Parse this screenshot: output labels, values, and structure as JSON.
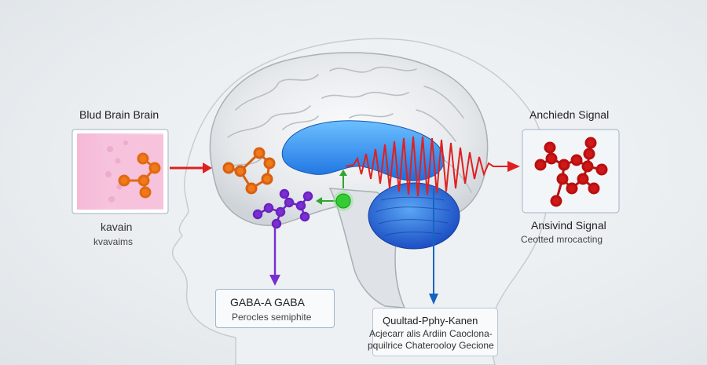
{
  "labels": {
    "left_title": "Blud Brain Brain",
    "left_sub1": "kavain",
    "left_sub2": "kvavaims",
    "right_title": "Anchiedn Signal",
    "right_sub1": "Ansivind Signal",
    "right_sub2": "Ceotted mrocacting",
    "gaba_title": "GABA-A GABA",
    "gaba_sub": "Perocles semiphite",
    "q_title": "Quultad-Pphy-Kanen",
    "q_line1": "Acjecarr alis Ardiin Caoclona-",
    "q_line2": "pquilrice Chaterooloy Gecione"
  },
  "colors": {
    "orange_molecule": "#f07a1a",
    "red_arrow": "#e02020",
    "purple_molecule": "#7a2fd0",
    "green_receptor": "#33cc33",
    "blue_region": "#1e88f0",
    "cerebellum_blue": "#2a6fd8",
    "red_molecule": "#d01818",
    "blue_arrow": "#1565c0"
  }
}
